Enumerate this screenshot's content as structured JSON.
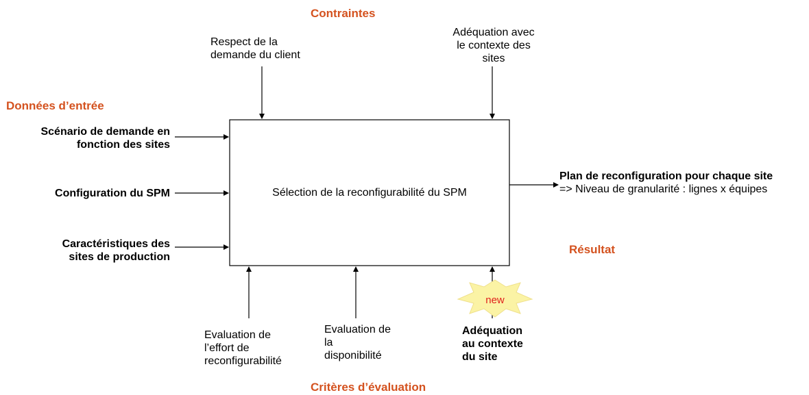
{
  "headings": {
    "constraints": "Contraintes",
    "inputs": "Données d’entrée",
    "result": "Résultat",
    "criteria": "Critères d’évaluation"
  },
  "box_label": "Sélection de la reconfigurabilité du SPM",
  "constraints": [
    {
      "line1": "Respect de la",
      "line2": "demande du client"
    },
    {
      "line1": "Adéquation avec",
      "line2": "le contexte des",
      "line3": "sites"
    }
  ],
  "inputs": [
    {
      "line1": "Scénario de demande en",
      "line2": "fonction des sites"
    },
    {
      "line1": "Configuration du SPM"
    },
    {
      "line1": "Caractéristiques des",
      "line2": "sites de production"
    }
  ],
  "output": {
    "title": "Plan de reconfiguration pour chaque site",
    "detail": "=> Niveau de granularité : lignes x équipes"
  },
  "criteria": [
    {
      "line1": "Evaluation de",
      "line2": "l’effort de",
      "line3": "reconfigurabilité"
    },
    {
      "line1": "Evaluation de",
      "line2": "la",
      "line3": "disponibilité"
    },
    {
      "line1": "Adéquation",
      "line2": "au contexte",
      "line3": "du site"
    }
  ],
  "badge": {
    "label": "new",
    "fill": "#fbf3a5",
    "text_color": "#e0201c"
  },
  "colors": {
    "heading": "#d4521f",
    "lines": "#000000",
    "box_fill": "#ffffff"
  }
}
